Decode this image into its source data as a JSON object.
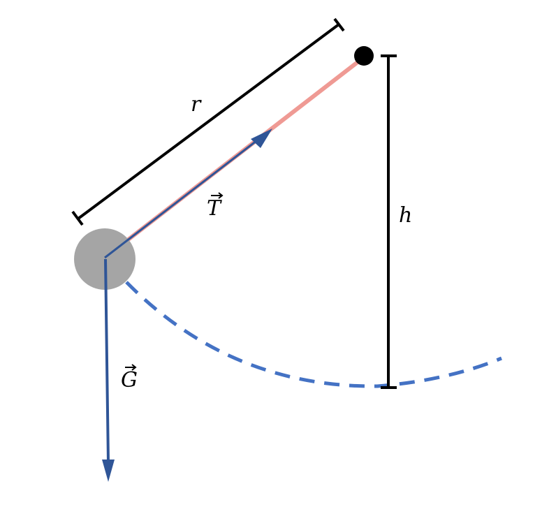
{
  "labels": {
    "length": "r",
    "height": "h",
    "tension": "T",
    "gravity": "G"
  },
  "colors": {
    "background": "#ffffff",
    "string": "#ef9a94",
    "bob": "#a5a5a5",
    "pivot": "#000000",
    "vector": "#2f5597",
    "arc": "#4472c4",
    "dimension": "#000000"
  },
  "elements": {
    "pivot": "pivot-point",
    "bob": "pendulum-bob",
    "string": "pendulum-string",
    "tension_vector": "tension-vector",
    "gravity_vector": "gravity-vector",
    "swing_path": "dashed-swing-arc",
    "length_dimension": "length-dimension-r",
    "height_dimension": "height-dimension-h"
  }
}
